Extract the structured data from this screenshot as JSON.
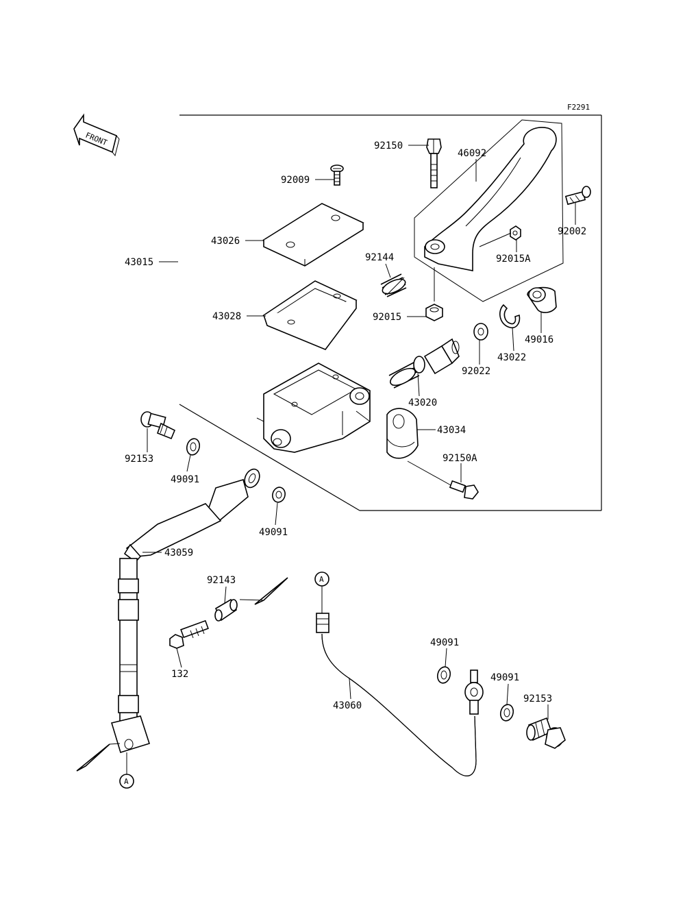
{
  "figure_code": "F2291",
  "front_label": "FRONT",
  "callout_letter": "A",
  "labels": {
    "p43015": "43015",
    "p92009": "92009",
    "p43026": "43026",
    "p43028": "43028",
    "p92150": "92150",
    "p46092": "46092",
    "p92002": "92002",
    "p92144": "92144",
    "p92015A": "92015A",
    "p92015": "92015",
    "p49016": "49016",
    "p43022": "43022",
    "p92022": "92022",
    "p43020": "43020",
    "p43034": "43034",
    "p92150A": "92150A",
    "p92153a": "92153",
    "p49091a": "49091",
    "p49091b": "49091",
    "p43059": "43059",
    "p92143": "92143",
    "p132": "132",
    "p43060": "43060",
    "p49091c": "49091",
    "p49091d": "49091",
    "p92153b": "92153"
  }
}
